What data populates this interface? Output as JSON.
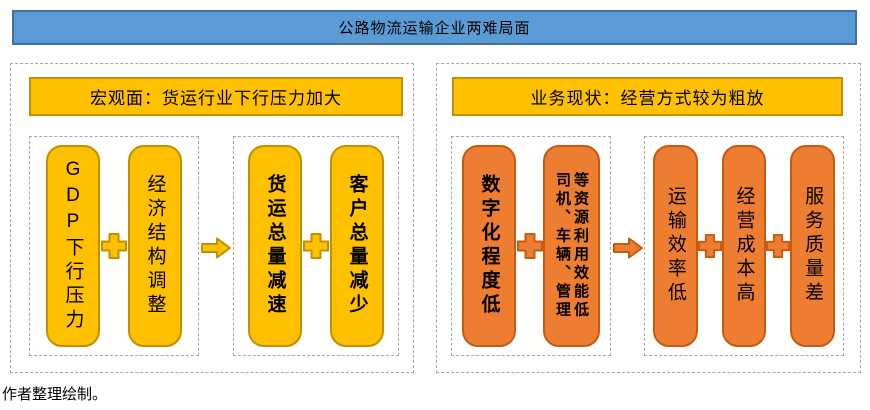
{
  "banner": {
    "title": "公路物流运输企业两难局面"
  },
  "left_panel": {
    "header": "宏观面：货运行业下行压力加大",
    "causes": {
      "box1": "GDP下行压力",
      "box2": "经济结构调整"
    },
    "effects": {
      "box1": "货运总量减速",
      "box2": "客户总量减少"
    }
  },
  "right_panel": {
    "header": "业务现状：经营方式较为粗放",
    "causes": {
      "box1": "数字化程度低",
      "box2_column_left": "司机、车辆、管理",
      "box2_column_right": "等资源利用效能低"
    },
    "effects": {
      "box1": "运输效率低",
      "box2": "经营成本高",
      "box3": "服务质量差"
    }
  },
  "caption": "作者整理绘制。",
  "icons": {
    "plus": "+",
    "arrow_right": "→"
  },
  "colors": {
    "blue": "#5B9BD5",
    "blue-border": "#41719C",
    "yellow": "#FFC000",
    "yellow-border": "#BF9000",
    "orange": "#ED7D31",
    "orange-border": "#C55A11",
    "dash": "#A6A6A6",
    "ink": "#000000",
    "bg": "#FFFFFF"
  }
}
